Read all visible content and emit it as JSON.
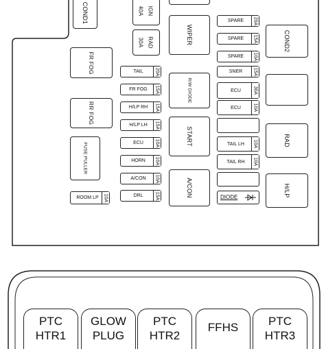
{
  "relays": {
    "cond1": "COND1",
    "ign": "IGN",
    "ign_amp": "40A",
    "rad_fuse": "RAD",
    "rad_fuse_amp": "30A",
    "wiper": "WIPER",
    "cond2": "COND2",
    "fr_fog": "FR FOG",
    "rw_diode": "R/W DIODE",
    "rr_fog": "RR FOG",
    "start": "START",
    "rad_relay": "RAD",
    "fuse_puller": "FUSE PULLER",
    "acon": "A/CON",
    "hlp": "H/LP"
  },
  "fuses_left": [
    {
      "label": "TAIL",
      "amp": "20A"
    },
    {
      "label": "FR FOG",
      "amp": "15A"
    },
    {
      "label": "H/LP RH",
      "amp": "15A"
    },
    {
      "label": "H/LP LH",
      "amp": "15A"
    },
    {
      "label": "ECU",
      "amp": "10A"
    },
    {
      "label": "HORN",
      "amp": "10A"
    },
    {
      "label": "A/CON",
      "amp": "10A"
    },
    {
      "label": "DRL",
      "amp": "15A"
    }
  ],
  "fuses_right": [
    {
      "label": "SPARE",
      "amp": "20A"
    },
    {
      "label": "SPARE",
      "amp": "15A"
    },
    {
      "label": "SPARE",
      "amp": "10A"
    },
    {
      "label": "SNER",
      "amp": "15A"
    },
    {
      "label": "ECU",
      "amp": "30A"
    },
    {
      "label": "ECU",
      "amp": "10A"
    },
    {
      "label": "TAIL LH",
      "amp": "10A"
    },
    {
      "label": "TAIL RH",
      "amp": "10A"
    }
  ],
  "room_lp": {
    "label": "ROOM LP",
    "amp": "10A"
  },
  "diode": "DIODE",
  "bottom_boxes": [
    {
      "line1": "PTC",
      "line2": "HTR1"
    },
    {
      "line1": "GLOW",
      "line2": "PLUG"
    },
    {
      "line1": "PTC",
      "line2": "HTR2"
    },
    {
      "line1": "FFHS",
      "line2": ""
    },
    {
      "line1": "PTC",
      "line2": "HTR3"
    }
  ]
}
